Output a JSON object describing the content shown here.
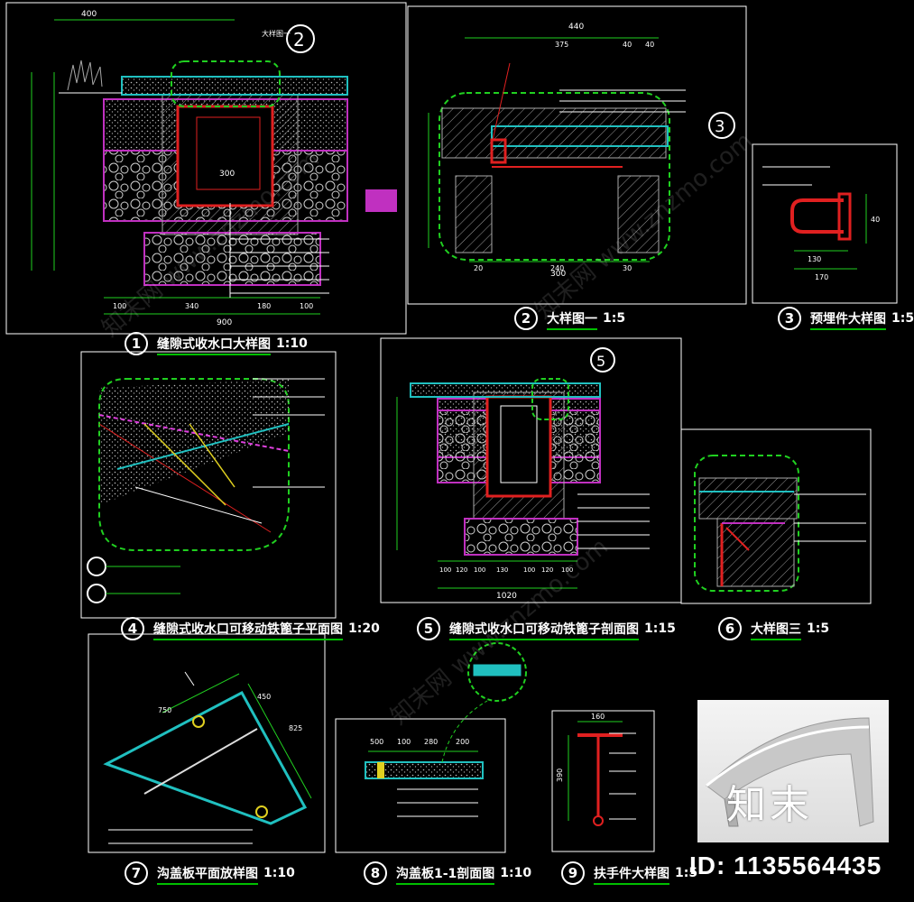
{
  "details": [
    {
      "num": "1",
      "title": "缝隙式收水口大样图",
      "scale": "1:10"
    },
    {
      "num": "2",
      "title": "大样图一",
      "scale": "1:5"
    },
    {
      "num": "3",
      "title": "预埋件大样图",
      "scale": "1:5"
    },
    {
      "num": "4",
      "title": "缝隙式收水口可移动铁篦子平面图",
      "scale": "1:20"
    },
    {
      "num": "5",
      "title": "缝隙式收水口可移动铁篦子剖面图",
      "scale": "1:15"
    },
    {
      "num": "6",
      "title": "大样图三",
      "scale": "1:5"
    },
    {
      "num": "7",
      "title": "沟盖板平面放样图",
      "scale": "1:10"
    },
    {
      "num": "8",
      "title": "沟盖板1-1剖面图",
      "scale": "1:10"
    },
    {
      "num": "9",
      "title": "扶手件大样图",
      "scale": "1:5"
    }
  ],
  "dims": {
    "d1_top": "400",
    "d1_bottom": [
      "100",
      "340",
      "180",
      "100"
    ],
    "d1_total": "900",
    "d1_inner": "300",
    "d2_top": "440",
    "d2_sub": [
      "375",
      "40",
      "40"
    ],
    "d2_bottom": [
      "20",
      "240",
      "30"
    ],
    "d2_total": "300",
    "d3_top": "130",
    "d3_bottom": "170",
    "d3_side": "40",
    "d5_bottom": [
      "100",
      "120",
      "100",
      "130",
      "100",
      "120",
      "100"
    ],
    "d5_total": "1020",
    "d8_top": [
      "500",
      "100",
      "280",
      "200"
    ],
    "d9_top": "160",
    "d9_side": "390",
    "d7_sides": [
      "750",
      "450",
      "825"
    ]
  },
  "callouts": {
    "c1": "大样图一",
    "c1_circle": "2",
    "c5_circle": "5",
    "c2_circle": "3"
  },
  "photo_watermark": "知末",
  "id_label": "ID: 1135564435",
  "watermark": "知末网 www.znzmo.com"
}
